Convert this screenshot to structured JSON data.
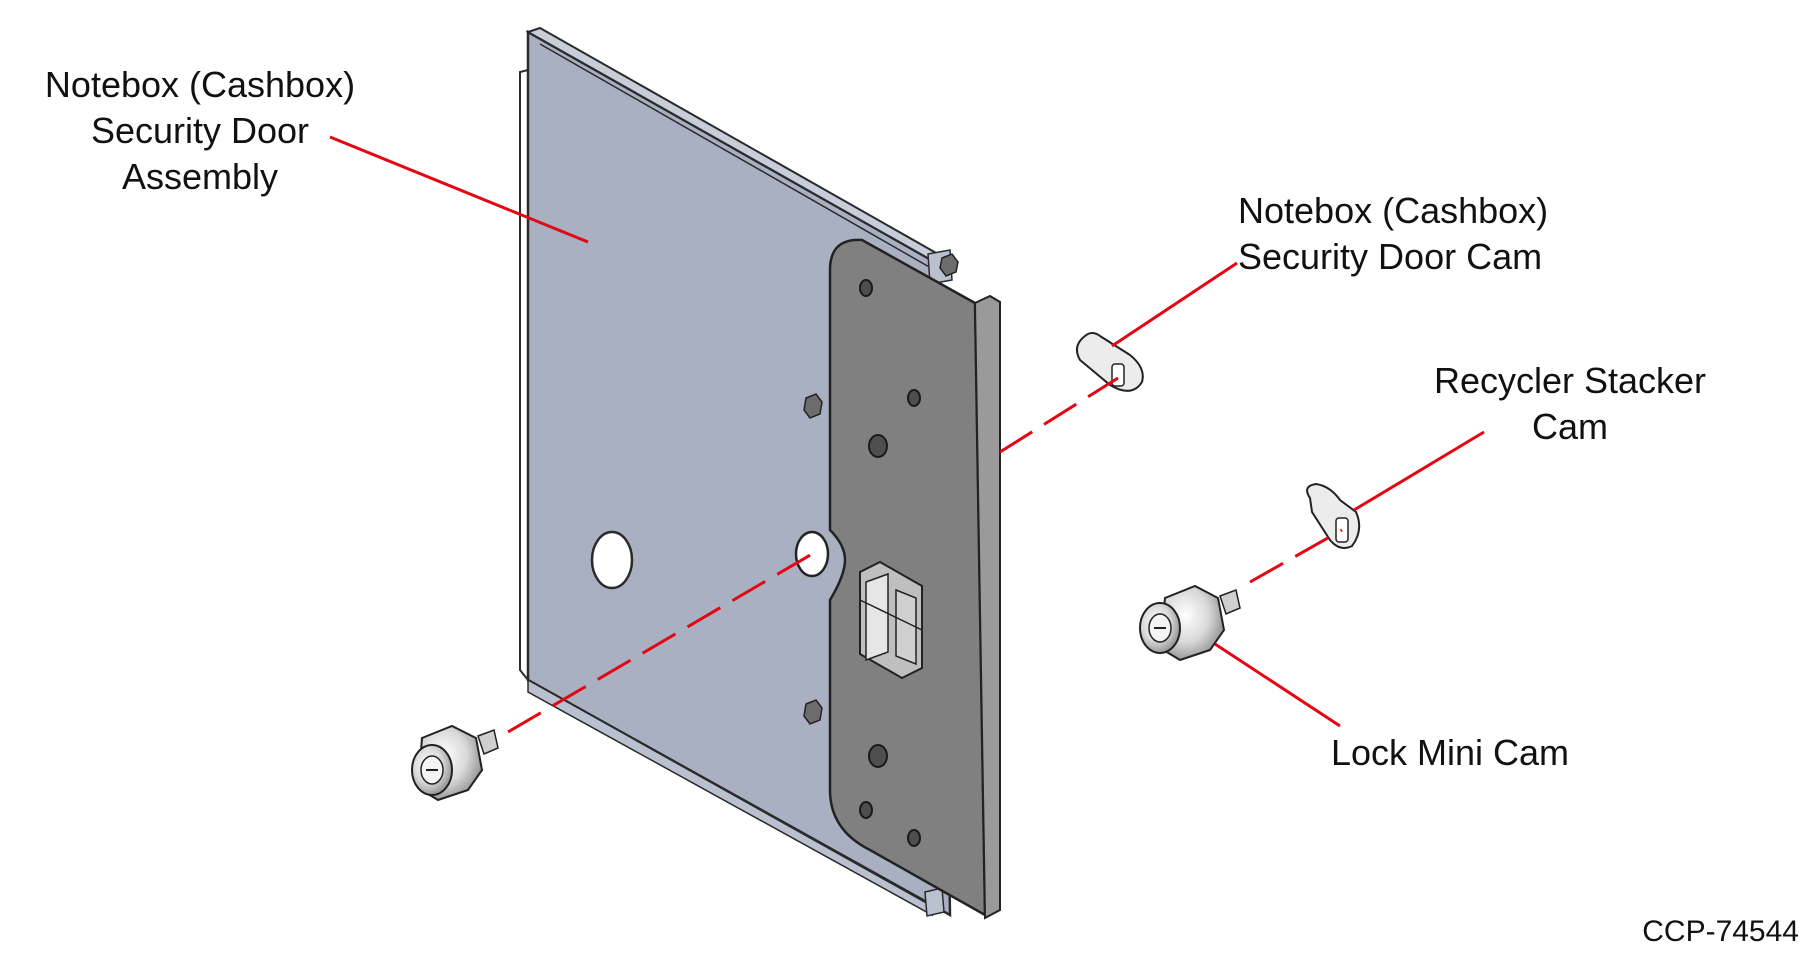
{
  "callouts": {
    "security_door_assembly": [
      "Notebox (Cashbox)",
      "Security Door",
      "Assembly"
    ],
    "security_door_cam": [
      "Notebox (Cashbox)",
      "Security Door Cam"
    ],
    "recycler_stacker_cam": [
      "Recycler Stacker",
      "Cam"
    ],
    "lock_mini_cam": [
      "Lock Mini Cam"
    ]
  },
  "figure_id": "CCP-74544",
  "colors": {
    "leader_line": "#e30613",
    "door_panel": "#a8b0c2",
    "mounting_plate": "#808080",
    "outline": "#2a2a2a"
  }
}
